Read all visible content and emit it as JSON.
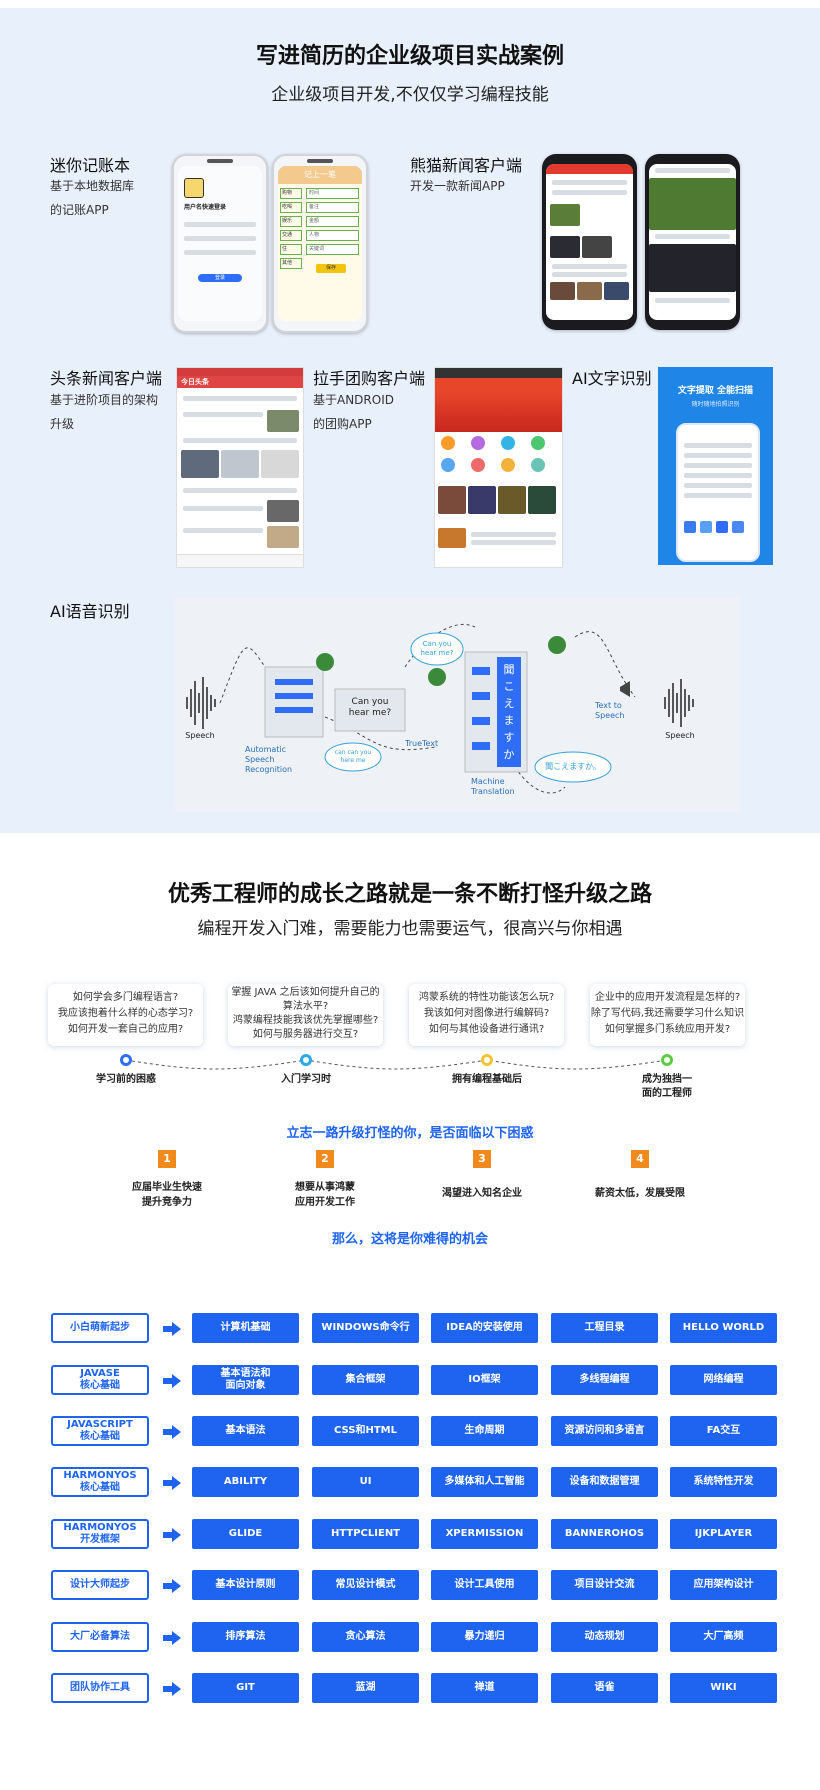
{
  "section1": {
    "title": "写进简历的企业级项目实战案例",
    "subtitle": "企业级项目开发,不仅仅学习编程技能",
    "projects": [
      {
        "title": "迷你记账本",
        "desc": [
          "基于本地数据库",
          "的记账APP"
        ]
      },
      {
        "title": "熊猫新闻客户端",
        "desc": [
          "开发一款新闻APP"
        ]
      },
      {
        "title": "头条新闻客户端",
        "desc": [
          "基于进阶项目的架构",
          "升级"
        ]
      },
      {
        "title": "拉手团购客户端",
        "desc": [
          "基于ANDROID",
          "的团购APP"
        ]
      },
      {
        "title": "AI文字识别",
        "desc": []
      },
      {
        "title": "AI语音识别",
        "desc": []
      }
    ],
    "mock": {
      "login_title": "用户名快速登录",
      "login_btn": "登录",
      "account_header": "记上一笔",
      "account_items": [
        "购物",
        "吃喝",
        "娱乐",
        "交通",
        "住",
        "其他"
      ],
      "account_fields": [
        "时间",
        "备注",
        "金额",
        "人物",
        "关键词"
      ],
      "account_save": "保存",
      "toutiao_logo": "今日头条",
      "ocr_title": "文字提取 全能扫描",
      "ocr_sub": "随时随地拍照识别",
      "speech": {
        "speech_left": "Speech",
        "asr": [
          "Automatic",
          "Speech",
          "Recognition"
        ],
        "bubble1": [
          "Can you",
          "hear me?"
        ],
        "screen_text": [
          "Can you",
          "hear me?"
        ],
        "truetext": "TrueText",
        "bubble2": [
          "can can you",
          "here me"
        ],
        "mt": [
          "Machine",
          "Translation"
        ],
        "jp_chars": [
          "聞",
          "こ",
          "え",
          "ま",
          "す",
          "か"
        ],
        "jp_bubble": "聞こえますか。",
        "tts": [
          "Text to",
          "Speech"
        ],
        "speech_right": "Speech"
      }
    }
  },
  "section2": {
    "title": "优秀工程师的成长之路就是一条不断打怪升级之路",
    "subtitle": "编程开发入门难，需要能力也需要运气，很高兴与你相遇",
    "cards": [
      [
        "如何学会多门编程语言?",
        "我应该抱着什么样的心态学习?",
        "如何开发一套自己的应用?"
      ],
      [
        "掌握 JAVA 之后该如何提升自己的",
        "算法水平?",
        "鸿蒙编程技能我该优先掌握哪些?",
        "如何与服务器进行交互?"
      ],
      [
        "鸿蒙系统的特性功能该怎么玩?",
        "我该如何对图像进行编解码?",
        "如何与其他设备进行通讯?"
      ],
      [
        "企业中的应用开发流程是怎样的?",
        "除了写代码,我还需要学习什么知识",
        "如何掌握多门系统应用开发?"
      ]
    ],
    "stages": [
      [
        "学习前的困惑"
      ],
      [
        "入门学习时"
      ],
      [
        "拥有编程基础后"
      ],
      [
        "成为独挡一",
        "面的工程师"
      ]
    ],
    "stage_colors": [
      "#2f6df6",
      "#2aa8e8",
      "#f2c433",
      "#5ccc45"
    ],
    "question": "立志一路升级打怪的你，是否面临以下困惑",
    "pains": [
      {
        "num": "1",
        "text": [
          "应届毕业生快速",
          "提升竞争力"
        ]
      },
      {
        "num": "2",
        "text": [
          "想要从事鸿蒙",
          "应用开发工作"
        ]
      },
      {
        "num": "3",
        "text": [
          "渴望进入知名企业"
        ]
      },
      {
        "num": "4",
        "text": [
          "薪资太低，发展受限"
        ]
      }
    ],
    "opportunity": "那么，这将是你难得的机会"
  },
  "roadmap": [
    {
      "label": [
        "小白萌新起步"
      ],
      "items": [
        [
          "计算机基础"
        ],
        [
          "WINDOWS命令行"
        ],
        [
          "IDEA的安装使用"
        ],
        [
          "工程目录"
        ],
        [
          "HELLO WORLD"
        ]
      ]
    },
    {
      "label": [
        "JAVASE",
        "核心基础"
      ],
      "items": [
        [
          "基本语法和",
          "面向对象"
        ],
        [
          "集合框架"
        ],
        [
          "IO框架"
        ],
        [
          "多线程编程"
        ],
        [
          "网络编程"
        ]
      ]
    },
    {
      "label": [
        "JAVASCRIPT",
        "核心基础"
      ],
      "items": [
        [
          "基本语法"
        ],
        [
          "CSS和HTML"
        ],
        [
          "生命周期"
        ],
        [
          "资源访问和多语言"
        ],
        [
          "FA交互"
        ]
      ]
    },
    {
      "label": [
        "HARMONYOS",
        "核心基础"
      ],
      "items": [
        [
          "ABILITY"
        ],
        [
          "UI"
        ],
        [
          "多媒体和人工智能"
        ],
        [
          "设备和数据管理"
        ],
        [
          "系统特性开发"
        ]
      ]
    },
    {
      "label": [
        "HARMONYOS",
        "开发框架"
      ],
      "items": [
        [
          "GLIDE"
        ],
        [
          "HTTPCLIENT"
        ],
        [
          "XPERMISSION"
        ],
        [
          "BANNEROHOS"
        ],
        [
          "IJKPLAYER"
        ]
      ]
    },
    {
      "label": [
        "设计大师起步"
      ],
      "items": [
        [
          "基本设计原则"
        ],
        [
          "常见设计模式"
        ],
        [
          "设计工具使用"
        ],
        [
          "项目设计交流"
        ],
        [
          "应用架构设计"
        ]
      ]
    },
    {
      "label": [
        "大厂必备算法"
      ],
      "items": [
        [
          "排序算法"
        ],
        [
          "贪心算法"
        ],
        [
          "暴力递归"
        ],
        [
          "动态规划"
        ],
        [
          "大厂高频"
        ]
      ]
    },
    {
      "label": [
        "团队协作工具"
      ],
      "items": [
        [
          "GIT"
        ],
        [
          "蓝湖"
        ],
        [
          "禅道"
        ],
        [
          "语雀"
        ],
        [
          "WIKI"
        ]
      ]
    }
  ],
  "colors": {
    "accent": "#1e64f0",
    "section_bg": "#e8f0fb",
    "orange": "#f08a1c",
    "news_red": "#e23b2e"
  }
}
